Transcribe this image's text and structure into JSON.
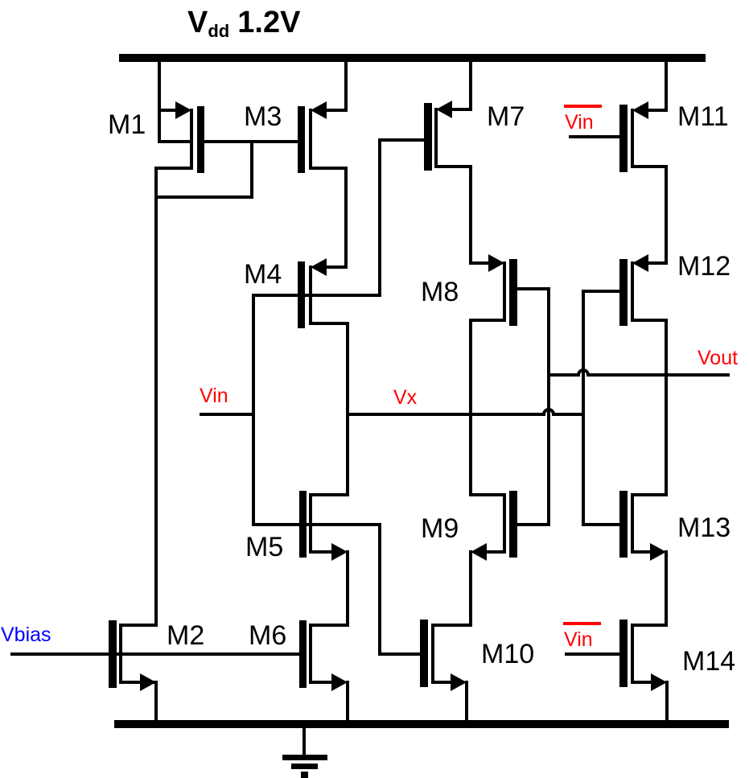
{
  "supply": {
    "symbol": "V",
    "subscript": "dd",
    "value": "1.2V"
  },
  "transistors": {
    "m1": "M1",
    "m2": "M2",
    "m3": "M3",
    "m4": "M4",
    "m5": "M5",
    "m6": "M6",
    "m7": "M7",
    "m8": "M8",
    "m9": "M9",
    "m10": "M10",
    "m11": "M11",
    "m12": "M12",
    "m13": "M13",
    "m14": "M14"
  },
  "signals": {
    "vin": "Vin",
    "vin_bar_top": "Vin",
    "vin_bar_bottom": "Vin",
    "vx": "Vx",
    "vout": "Vout",
    "vbias": "Vbias"
  },
  "colors": {
    "signal": "#ff0000",
    "bias": "#0000ff",
    "wire": "#000000"
  }
}
